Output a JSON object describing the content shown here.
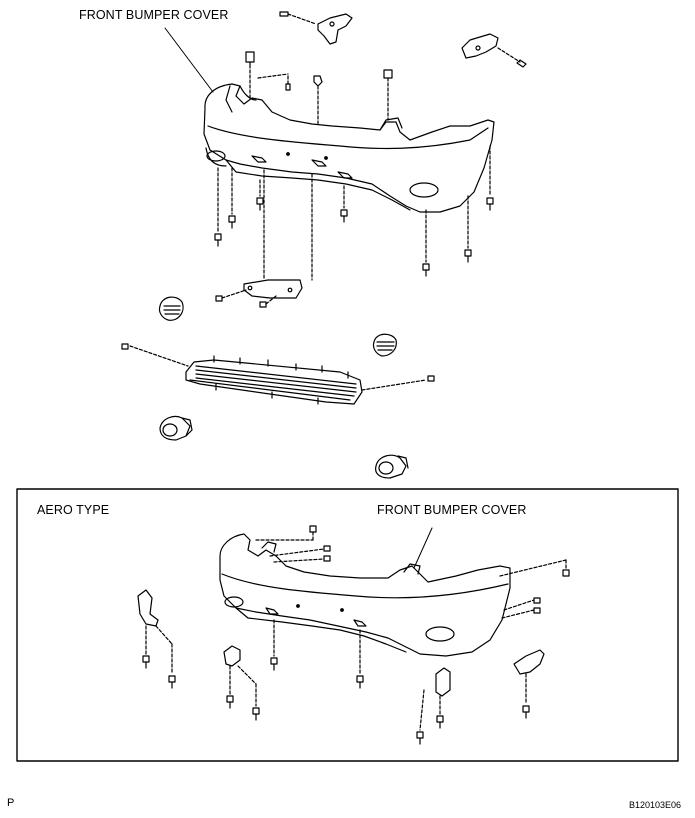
{
  "labels": {
    "front_bumper_cover_top": "FRONT BUMPER COVER",
    "aero_type": "AERO TYPE",
    "front_bumper_cover_aero": "FRONT BUMPER COVER",
    "corner_left": "P",
    "figure_code": "B120103E06"
  }
}
